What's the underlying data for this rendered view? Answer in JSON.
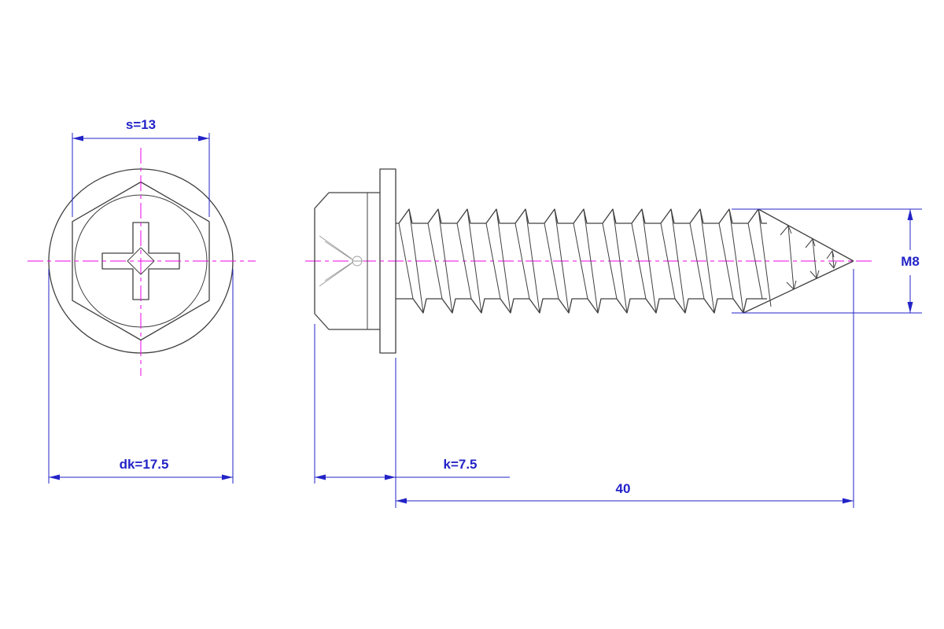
{
  "colors": {
    "dimension": "#2323c8",
    "centerline": "#ee00e4",
    "outline": "#404040",
    "detail": "#9a9a9a"
  },
  "dimensions": {
    "width_across_flats": {
      "label": "s=13"
    },
    "flange_diameter": {
      "label": "dk=17.5"
    },
    "head_height": {
      "label": "k=7.5"
    },
    "length": {
      "label": "40"
    },
    "thread": {
      "label": "M8"
    }
  }
}
